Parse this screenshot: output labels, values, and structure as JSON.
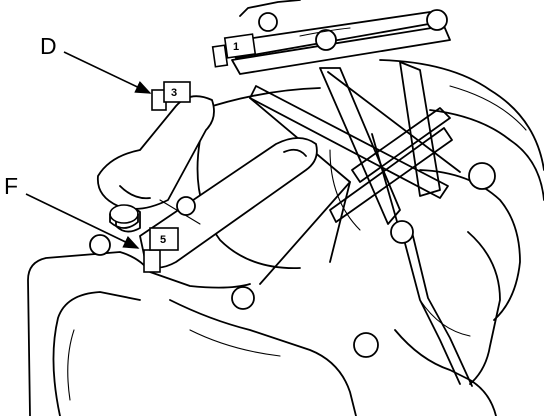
{
  "callouts": {
    "d": "D",
    "f": "F"
  },
  "connectors": {
    "one": "1",
    "three": "3",
    "five": "5"
  },
  "colors": {
    "ink": "#000000",
    "paper": "#ffffff"
  }
}
